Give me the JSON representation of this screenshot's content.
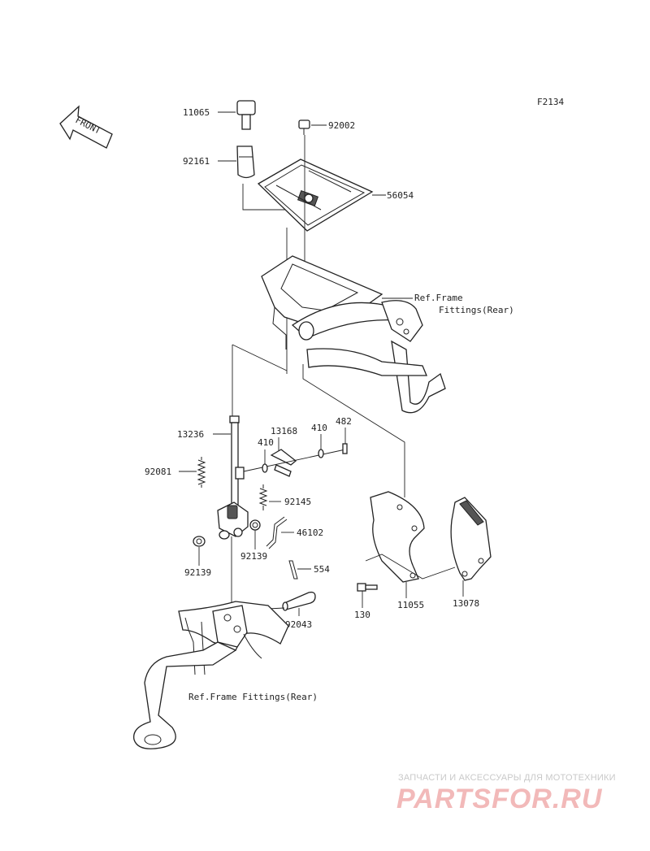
{
  "diagram": {
    "code": "F2134",
    "front_label": "FRONT",
    "parts": {
      "p11065": "11065",
      "p92002": "92002",
      "p92161": "92161",
      "p56054": "56054",
      "p13236": "13236",
      "p13168": "13168",
      "p410a": "410",
      "p410b": "410",
      "p482": "482",
      "p92081": "92081",
      "p92145": "92145",
      "p46102": "46102",
      "p92139a": "92139",
      "p92139b": "92139",
      "p554": "554",
      "p92043": "92043",
      "p130": "130",
      "p11055": "11055",
      "p13078": "13078"
    },
    "refs": {
      "frame_rear_1a": "Ref.Frame",
      "frame_rear_1b": "Fittings(Rear)",
      "frame_rear_2": "Ref.Frame Fittings(Rear)"
    }
  },
  "watermark": {
    "subtitle": "ЗАПЧАСТИ И АКСЕССУАРЫ ДЛЯ МОТОТЕХНИКИ",
    "logo": "PARTSFOR.RU",
    "logo_color": "#f2b9b9"
  }
}
